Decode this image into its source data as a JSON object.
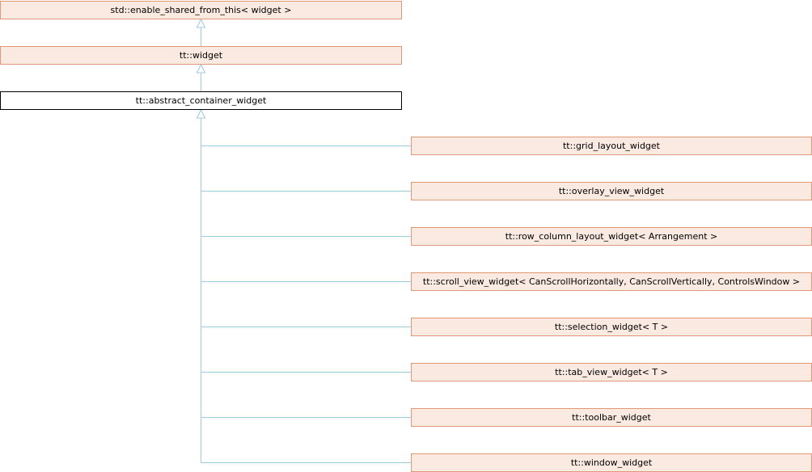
{
  "colors": {
    "edge": "#9fc9dc",
    "node_fill": "#fbeae1",
    "node_border": "#e0987a",
    "current_fill": "#ffffff",
    "current_border": "#000000"
  },
  "bases": [
    {
      "name": "node-enable-shared-from-this",
      "label": "std::enable_shared_from_this< widget >"
    },
    {
      "name": "node-widget",
      "label": "tt::widget"
    }
  ],
  "current": {
    "name": "node-abstract-container-widget",
    "label": "tt::abstract_container_widget"
  },
  "derived": [
    {
      "name": "node-grid-layout-widget",
      "label": "tt::grid_layout_widget"
    },
    {
      "name": "node-overlay-view-widget",
      "label": "tt::overlay_view_widget"
    },
    {
      "name": "node-row-column-layout-widget",
      "label": "tt::row_column_layout_widget< Arrangement >"
    },
    {
      "name": "node-scroll-view-widget",
      "label": "tt::scroll_view_widget< CanScrollHorizontally, CanScrollVertically, ControlsWindow >"
    },
    {
      "name": "node-selection-widget",
      "label": "tt::selection_widget< T >"
    },
    {
      "name": "node-tab-view-widget",
      "label": "tt::tab_view_widget< T >"
    },
    {
      "name": "node-toolbar-widget",
      "label": "tt::toolbar_widget"
    },
    {
      "name": "node-window-widget",
      "label": "tt::window_widget"
    }
  ]
}
